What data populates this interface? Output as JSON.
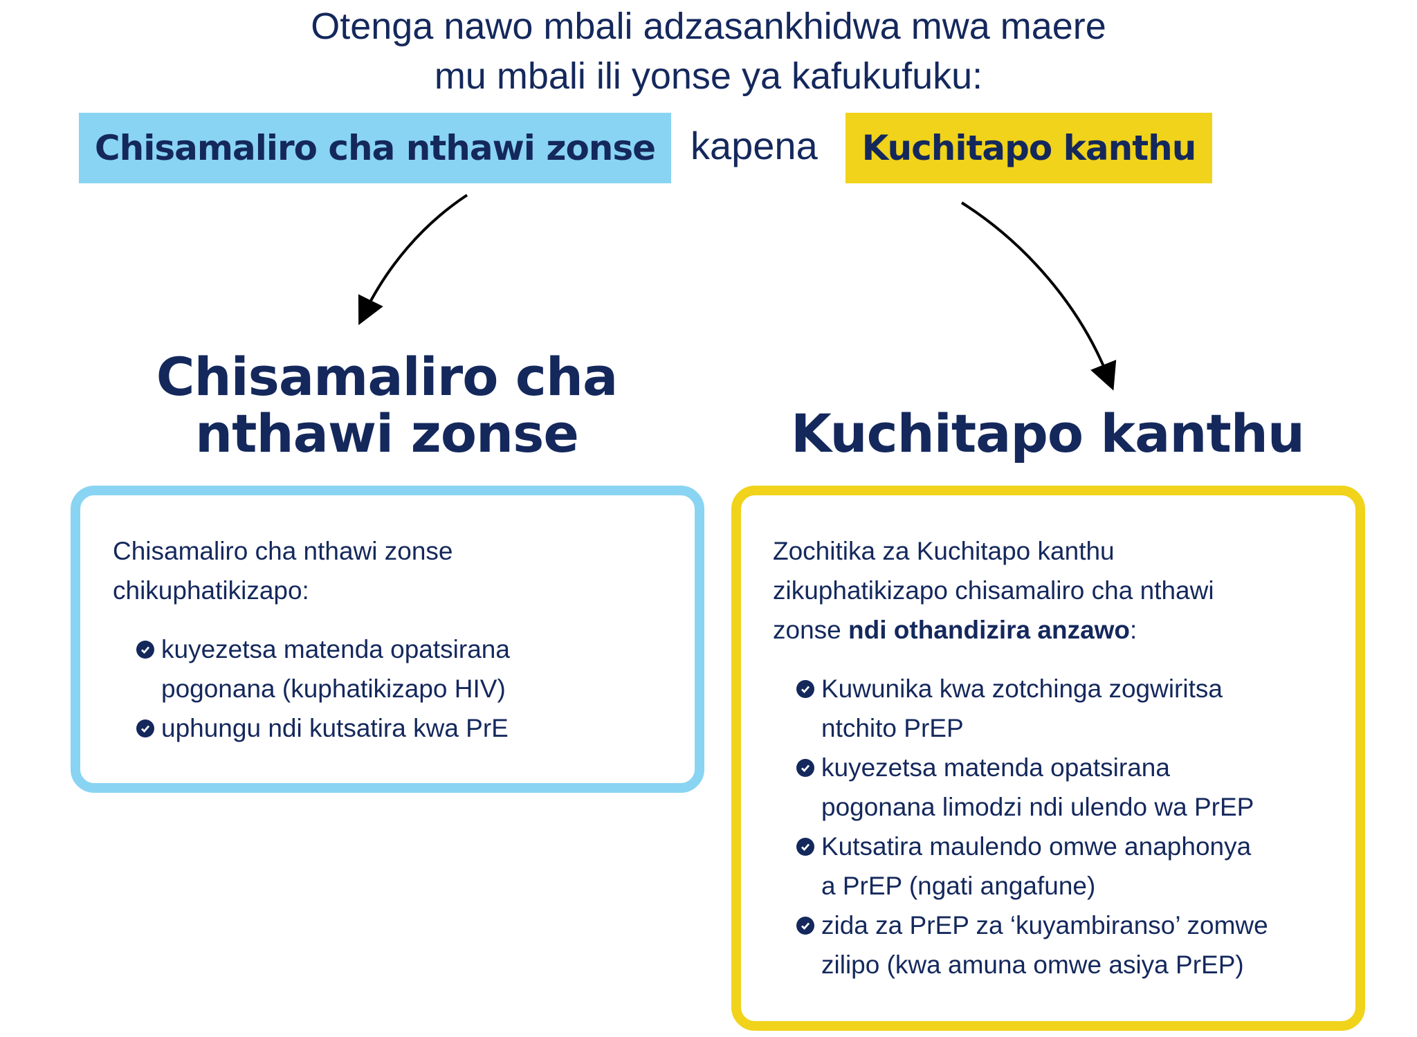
{
  "title": {
    "line1": "Otenga nawo mbali adzasankhidwa mwa maere",
    "line2": "mu mbali ili yonse ya kafukufuku:"
  },
  "tags": {
    "left": "Chisamaliro cha nthawi zonse",
    "connector": "kapena",
    "right": "Kuchitapo kanthu"
  },
  "left": {
    "heading_line1": "Chisamaliro cha",
    "heading_line2": "nthawi zonse",
    "intro_line1": "Chisamaliro cha nthawi zonse",
    "intro_line2": "chikuphatikizapo:",
    "items": [
      {
        "line1": "kuyezetsa matenda opatsirana",
        "line2": "pogonana (kuphatikizapo HIV)"
      },
      {
        "line1": "uphungu ndi kutsatira kwa PrE",
        "line2": ""
      }
    ]
  },
  "right": {
    "heading": "Kuchitapo kanthu",
    "intro_line1": "Zochitika za Kuchitapo kanthu",
    "intro_line2": "zikuphatikizapo chisamaliro cha nthawi",
    "intro_line3_pre": "zonse ",
    "intro_line3_bold": "ndi othandizira anzawo",
    "intro_line3_post": ":",
    "items": [
      {
        "line1": "Kuwunika kwa zotchinga zogwiritsa",
        "line2": "ntchito PrEP"
      },
      {
        "line1": "kuyezetsa matenda opatsirana",
        "line2": "pogonana limodzi ndi ulendo wa PrEP"
      },
      {
        "line1": "Kutsatira maulendo omwe anaphonya",
        "line2": "a PrEP (ngati angafune)"
      },
      {
        "line1": "zida za PrEP za ‘kuyambiranso’ zomwe",
        "line2": "zilipo (kwa amuna omwe asiya PrEP)"
      }
    ]
  },
  "colors": {
    "navy": "#14285c",
    "blue": "#89d4f2",
    "yellow": "#f0d31a"
  }
}
